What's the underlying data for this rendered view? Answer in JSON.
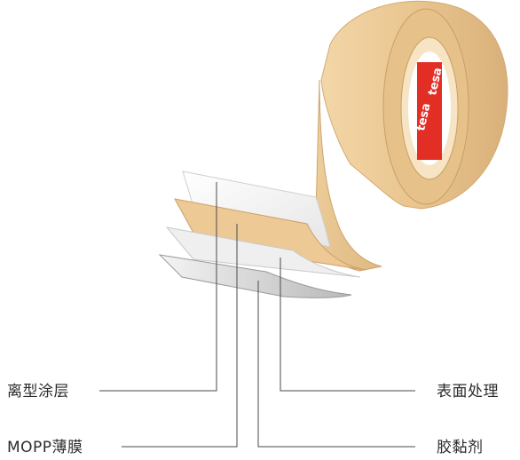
{
  "labels": {
    "release_coating": "离型涂层",
    "mopp_film": "MOPP薄膜",
    "surface_treatment": "表面处理",
    "adhesive": "胶黏剂"
  },
  "logo": {
    "brand_text": "tesa"
  },
  "colors": {
    "tape_body": "#e9c58f",
    "tape_shadow": "#d2a86c",
    "brand_red": "#e2231a",
    "leader_line": "#4a4a4a",
    "label_text": "#2b2b2b"
  }
}
